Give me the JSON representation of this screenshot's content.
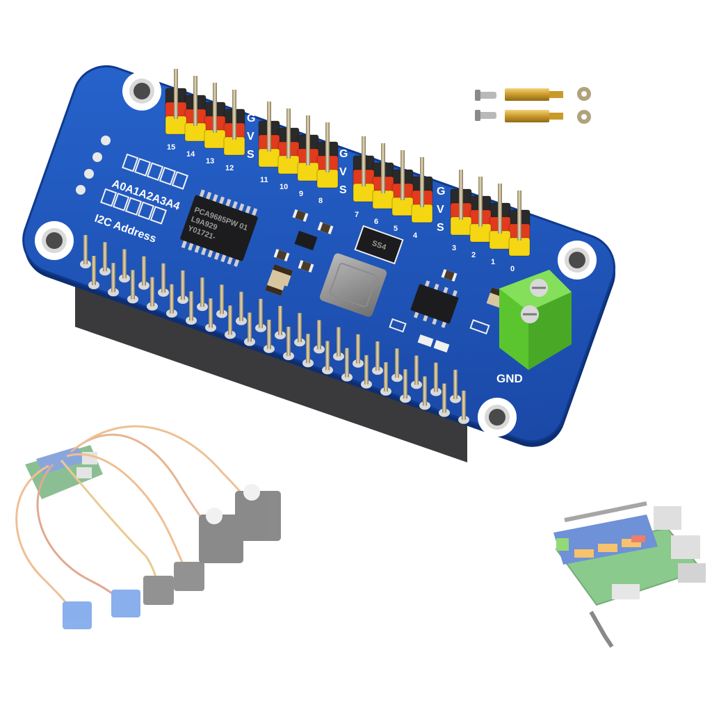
{
  "board": {
    "channel_labels": {
      "group_a": [
        "15",
        "14",
        "13",
        "12"
      ],
      "group_b": [
        "11",
        "10",
        "9",
        "8"
      ],
      "group_c": [
        "7",
        "6",
        "5",
        "4"
      ],
      "group_d": [
        "3",
        "2",
        "1",
        "0"
      ]
    },
    "row_letters": [
      "G",
      "V",
      "S"
    ],
    "address_header": "A0A1A2A3A4",
    "address_caption": "I2C Address",
    "gnd_label": "GND",
    "ic_marking": {
      "line1": "PCA9685PW 01",
      "line2": "L9A929",
      "line3": "Y01721-"
    },
    "regulator_marking": "SS4",
    "header_colors": {
      "gnd": "#2a2a2a",
      "vcc": "#e23a1d",
      "signal": "#f4d613"
    },
    "pcb_color": "#1f54b8",
    "terminal_color": "#6dd13c"
  },
  "accessories": {
    "description_items": [
      "screw-icon",
      "brass-standoff-icon",
      "hex-nut-icon"
    ]
  },
  "insets": {
    "servo_demo": "servo-wiring-demo-icon",
    "pi_mount": "raspberry-pi-mount-icon"
  }
}
